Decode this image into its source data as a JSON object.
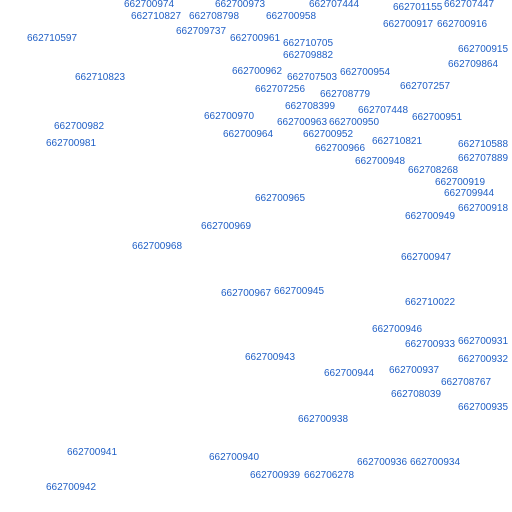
{
  "map": {
    "label_color": "#1f5fc6",
    "labels": [
      "662700974",
      "662700973",
      "662707444",
      "662701155",
      "662707447",
      "662710827",
      "662708798",
      "662700958",
      "662700917",
      "662700916",
      "662710597",
      "662709737",
      "662700961",
      "662710705",
      "662700915",
      "662709882",
      "662709864",
      "662710823",
      "662700962",
      "662700954",
      "662707503",
      "662707256",
      "662707257",
      "662708779",
      "662708399",
      "662707448",
      "662700970",
      "662700951",
      "662700963",
      "662700950",
      "662700982",
      "662700964",
      "662700952",
      "662710821",
      "662710588",
      "662700981",
      "662700966",
      "662707889",
      "662700948",
      "662708268",
      "662700919",
      "662709944",
      "662700965",
      "662700918",
      "662700949",
      "662700969",
      "662700968",
      "662700947",
      "662700967",
      "662700945",
      "662710022",
      "662700946",
      "662700933",
      "662700931",
      "662700932",
      "662700943",
      "662700944",
      "662700937",
      "662708767",
      "662708039",
      "662700935",
      "662700938",
      "662700941",
      "662700940",
      "662700936",
      "662700934",
      "662700939",
      "662706278",
      "662700942"
    ]
  }
}
